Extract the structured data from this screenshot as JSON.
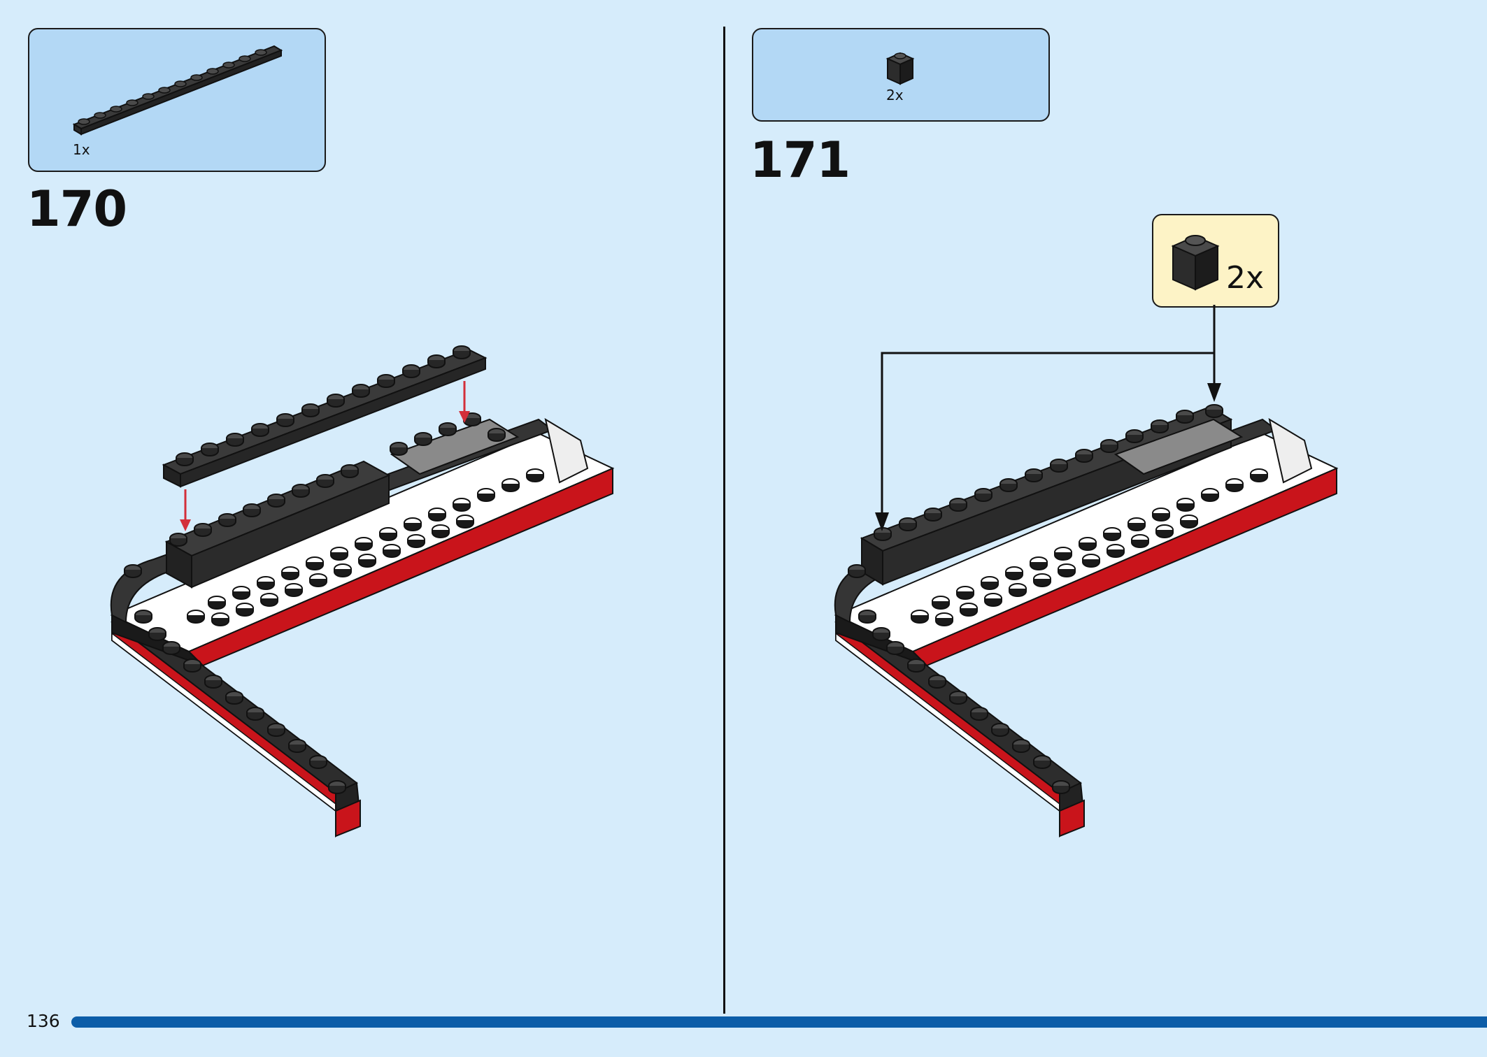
{
  "page": {
    "number": "136",
    "progress": 1.0
  },
  "colors": {
    "background": "#d6ecfb",
    "parts_box": "#b3d8f5",
    "callout": "#fdf3c6",
    "progress": "#0c5da8",
    "arrow_red": "#d32f3a"
  },
  "steps": [
    {
      "number": "170",
      "parts": [
        {
          "icon": "black-plate-1x12-icon",
          "qty": "1x"
        }
      ]
    },
    {
      "number": "171",
      "parts": [
        {
          "icon": "black-brick-1x1-icon",
          "qty": "2x"
        }
      ],
      "callout": {
        "icon": "black-brick-1x1-icon",
        "qty": "2x"
      }
    }
  ]
}
